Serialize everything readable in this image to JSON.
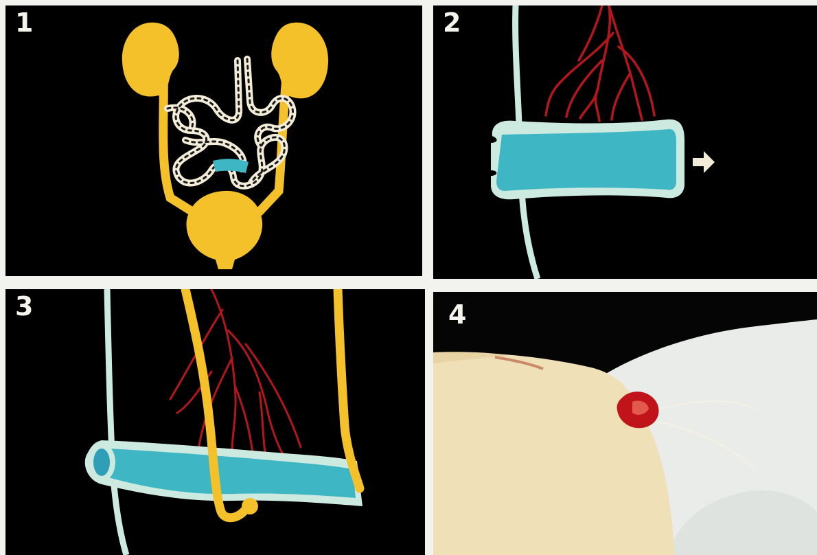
{
  "figure": {
    "panels": [
      {
        "number": "1"
      },
      {
        "number": "2"
      },
      {
        "number": "3"
      },
      {
        "number": "4"
      }
    ]
  },
  "colors": {
    "background": "#000000",
    "frame": "#f2f2ee",
    "urinary_tract": "#f4c12a",
    "intestine_outline": "#f3ecd8",
    "bowel_segment": "#3fb6c3",
    "bowel_wall": "#cdeae0",
    "mesenteric_vessels": "#b3171c",
    "skin": "#efe0b8",
    "stoma": "#c0141a"
  }
}
